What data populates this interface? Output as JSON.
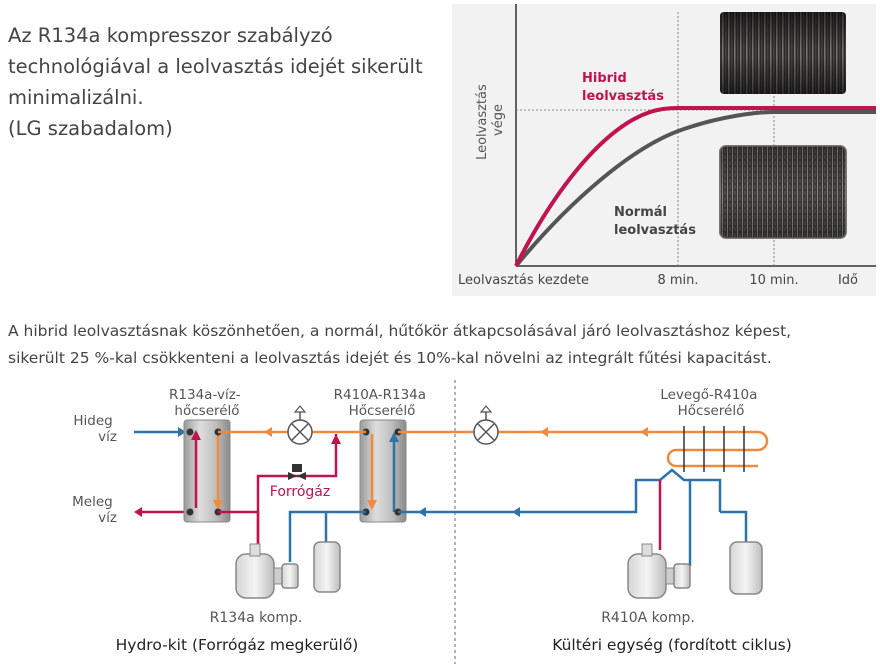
{
  "intro": {
    "lines": [
      "Az R134a kompresszor szabályzó",
      "technológiával a leolvasztás idejét sikerült",
      "minimalizálni.",
      "(LG szabadalom)"
    ]
  },
  "chart_data": {
    "type": "line",
    "title": "",
    "xlabel": "Idő",
    "ylabel": "Leolvasztás vége",
    "x_tick_labels": [
      "Leolvasztás kezdete",
      "8 min.",
      "10 min.",
      "Idő"
    ],
    "y_tick_label_lines": [
      "Leolvasztás",
      "vége"
    ],
    "x_marks_min": [
      8,
      10
    ],
    "grid": false,
    "series": [
      {
        "name": "Hibrid leolvasztás",
        "label_lines": [
          "Hibrid",
          "leolvasztás"
        ],
        "color": "#c0134f",
        "reaches_end_at_min": 8
      },
      {
        "name": "Normál leolvasztás",
        "label_lines": [
          "Normál",
          "leolvasztás"
        ],
        "color": "#555555",
        "reaches_end_at_min": 10
      }
    ],
    "colors": {
      "background": "#f2f2f2",
      "hybrid": "#c0134f",
      "normal": "#555555"
    }
  },
  "caption": {
    "lines": [
      "A hibrid leolvasztásnak köszönhetően, a normál, hűtőkör átkapcsolásával járó leolvasztáshoz képest,",
      "sikerült 25 %-kal csökkenteni a leolvasztás idejét és 10%-kal növelni az integrált fűtési kapacitást."
    ]
  },
  "diagram": {
    "labels": {
      "hx1": [
        "R134a-víz-",
        "hőcserélő"
      ],
      "hx2": [
        "R410A-R134a",
        "Hőcserélő"
      ],
      "hx3": [
        "Levegő-R410a",
        "Hőcserélő"
      ],
      "cold_water": [
        "Hideg",
        "víz"
      ],
      "warm_water": [
        "Meleg",
        "víz"
      ],
      "hot_gas": "Forrógáz",
      "comp1": "R134a komp.",
      "comp2": "R410A komp.",
      "section1": "Hydro-kit (Forrógáz megkerülő)",
      "section2": "Kültéri egység (fordított ciklus)"
    },
    "colors": {
      "orange": "#f08a3c",
      "blue": "#2e73a8",
      "magenta": "#c0134f",
      "gray": "#888888"
    }
  }
}
